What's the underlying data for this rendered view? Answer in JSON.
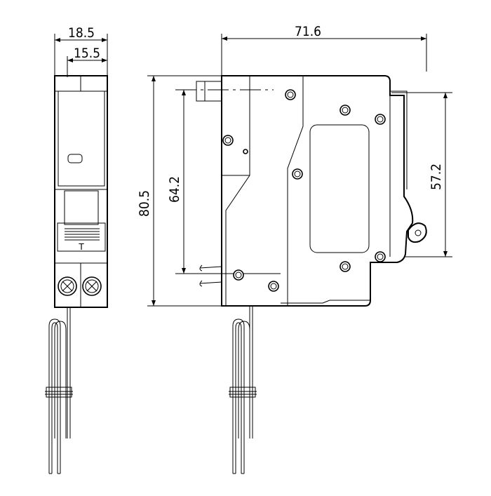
{
  "dimensions": {
    "front_overall_width": "18.5",
    "front_inner_width": "15.5",
    "side_depth": "71.6",
    "side_height": "80.5",
    "side_mount_height": "64.2",
    "side_right_height": "57.2"
  },
  "icons": [
    "screw-terminal-icon",
    "trip-lever-icon",
    "test-button-icon"
  ]
}
